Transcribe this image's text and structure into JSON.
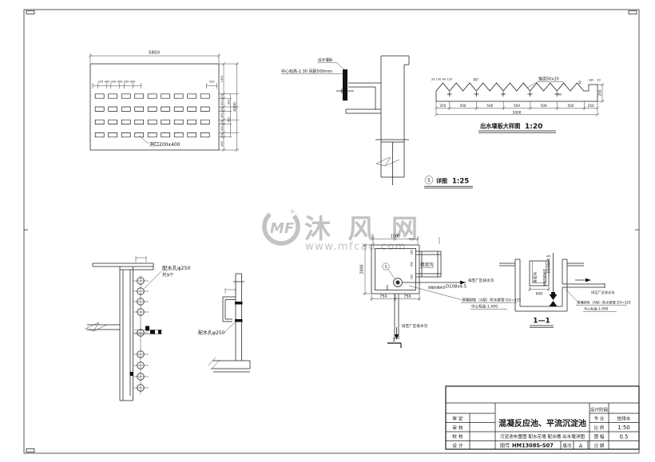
{
  "colors": {
    "line": "#1f1f1f",
    "watermark": "#b6b6b6",
    "paper": "#ffffff"
  },
  "watermark": {
    "logo": "MF",
    "brand": "沐 风 网",
    "url": "www.mfcad.com"
  },
  "plate": {
    "total_width": "5850",
    "spacing_left": "225 400 200 400 200 400",
    "spacing_right": "225",
    "right_dims": [
      "1400",
      "200",
      "400",
      "200",
      "400",
      "200",
      "400",
      "200",
      "600"
    ],
    "mid_dims": [
      "400",
      "400"
    ],
    "total_height": "4000",
    "hole_label": "洞口200x400"
  },
  "sec5": {
    "plate_label": "出水堰板",
    "note": "中心标高-1.30 间距500mm",
    "num": "5",
    "caption": "详图",
    "scale": "1:25"
  },
  "weir": {
    "left_dims": "20 130 40 130",
    "angle": "90°",
    "tooth": "锯齿50x20",
    "h60": "60",
    "d50": "50",
    "d180": "180",
    "d20": "20",
    "height": "250",
    "bottom": [
      "250",
      "500",
      "500",
      "500",
      "500",
      "500",
      "250"
    ],
    "total": "3000",
    "caption": "出水堰板大样图",
    "scale": "1:20"
  },
  "wallplan": {
    "label": "配水孔φ250",
    "count": "共9个"
  },
  "wallsec": {
    "label": "配水孔φ250"
  },
  "oplan": {
    "w": "1500",
    "h": "2000",
    "b1": "750",
    "b2": "750",
    "channel": "排泥沟",
    "cdims": [
      "185",
      "600",
      "185"
    ],
    "bubble": "5",
    "spec": "D108x4.5",
    "anticorr": "钢管防腐刷漆",
    "dest": "排至厂区排水沟",
    "sleeve": "预埋刚性（A型）防水套管 D3=325",
    "elev": "中心标高-1.000",
    "v400": "400",
    "mark": "1",
    "dest2": "排至厂区排水沟"
  },
  "osec": {
    "caption": "1—1",
    "channel": "排泥沟",
    "d600": "600",
    "spec": "D108x4.5",
    "anticorr": "钢管防腐刷漆",
    "dest": "排至厂区排水沟",
    "sleeve": "预埋刚性（A型）防水套管 D3=325",
    "elev": "中心标高-1.000"
  },
  "tb": {
    "sign": [
      {
        "label": "审 定"
      },
      {
        "label": "审 核"
      },
      {
        "label": "校 核"
      },
      {
        "label": "设 计"
      }
    ],
    "stage": "设计阶段",
    "title": "混凝反应池、平流沉淀池",
    "subtitle": "污泥池布置图  配水花墙  配水槽  出水堰详图",
    "no_label": "图号",
    "no": "HM1308S-S07",
    "rev_label": "版次",
    "rev": "A",
    "meta": [
      {
        "label": "专 业",
        "value": "给排水"
      },
      {
        "label": "比 例",
        "value": "1:50"
      },
      {
        "label": "图 幅",
        "value": "0.5"
      },
      {
        "label": "日 期",
        "value": ""
      }
    ]
  }
}
